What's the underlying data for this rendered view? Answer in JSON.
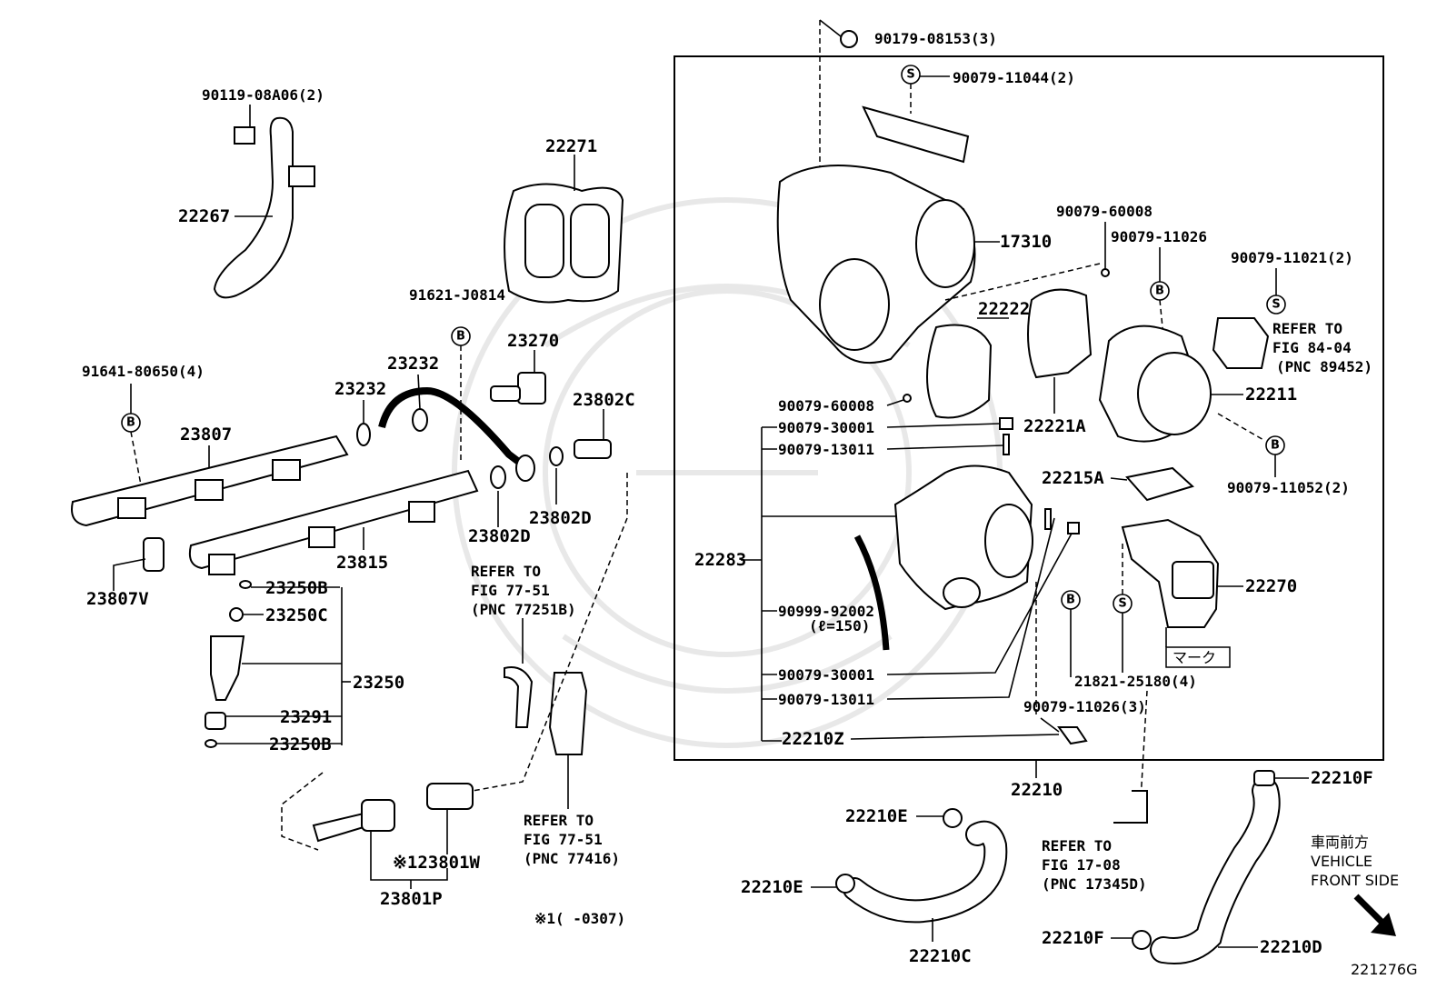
{
  "figure_code": "221276G",
  "note_code": "※1(      -0307)",
  "vehicle_direction": {
    "jp": "車両前方",
    "en1": "VEHICLE",
    "en2": "FRONT SIDE"
  },
  "marker_label": "マーク",
  "parts": {
    "p90119": "90119-08A06(2)",
    "p22267": "22267",
    "p22271": "22271",
    "p91621": "91621-J0814",
    "p23270": "23270",
    "p91641": "91641-80650(4)",
    "p23232a": "23232",
    "p23232b": "23232",
    "p23802c": "23802C",
    "p23807": "23807",
    "p23815": "23815",
    "p23802d_a": "23802D",
    "p23802d_b": "23802D",
    "p23807v": "23807V",
    "p23250b_a": "23250B",
    "p23250c": "23250C",
    "p23250": "23250",
    "p23291": "23291",
    "p23250b_b": "23250B",
    "p123801w": "※123801W",
    "p23801p": "23801P",
    "p90179": "90179-08153(3)",
    "p90079_11044": "90079-11044(2)",
    "p17310": "17310",
    "p90079_60008a": "90079-60008",
    "p90079_11026a": "90079-11026",
    "p90079_11021": "90079-11021(2)",
    "p22222": "22222",
    "p90079_60008b": "90079-60008",
    "p22211": "22211",
    "p22221a": "22221A",
    "p90079_30001a": "90079-30001",
    "p90079_13011a": "90079-13011",
    "p90079_11052": "90079-11052(2)",
    "p22215a": "22215A",
    "p22283": "22283",
    "p22270": "22270",
    "p90999": "90999-92002",
    "p90999_len": "(ℓ=150)",
    "p90079_30001b": "90079-30001",
    "p21821": "21821-25180(4)",
    "p90079_13011b": "90079-13011",
    "p90079_11026b": "90079-11026(3)",
    "p22210z": "22210Z",
    "p22210": "22210",
    "p22210f_a": "22210F",
    "p22210e_a": "22210E",
    "p22210e_b": "22210E",
    "p22210c": "22210C",
    "p22210f_b": "22210F",
    "p22210d": "22210D"
  },
  "refs": {
    "r84_1": "REFER TO",
    "r84_2": "FIG 84-04",
    "r84_3": "(PNC 89452)",
    "r7751a_1": "REFER TO",
    "r7751a_2": "FIG 77-51",
    "r7751a_3": "(PNC 77251B)",
    "r7751b_1": "REFER TO",
    "r7751b_2": "FIG 77-51",
    "r7751b_3": "(PNC 77416)",
    "r1708_1": "REFER TO",
    "r1708_2": "FIG 17-08",
    "r1708_3": "(PNC 17345D)"
  },
  "circle_marks": {
    "b": "B",
    "s": "S"
  }
}
